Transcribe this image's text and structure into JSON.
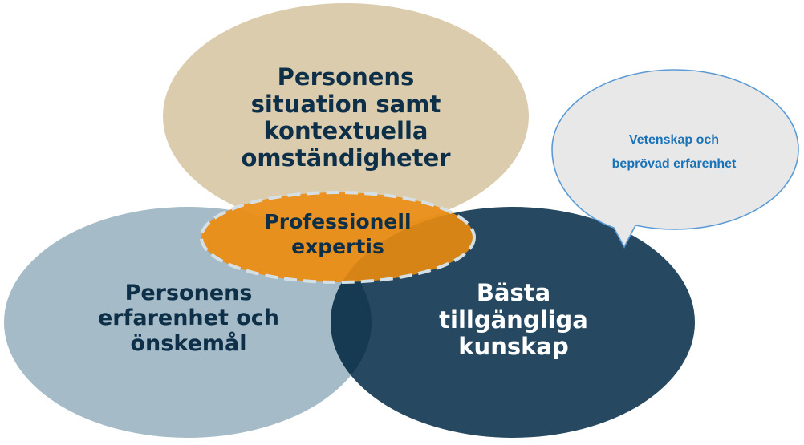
{
  "diagram": {
    "type": "venn",
    "circles": [
      {
        "id": "top",
        "lines": [
          "Personens",
          "situation samt",
          "kontextuella",
          "omständigheter"
        ],
        "color": "#DCCCAE"
      },
      {
        "id": "left",
        "lines": [
          "Personens",
          "erfarenhet och",
          "önskemål"
        ],
        "color": "#A5BBC8"
      },
      {
        "id": "right",
        "lines": [
          "Bästa",
          "tillgängliga",
          "kunskap"
        ],
        "color": "#1F435C"
      }
    ],
    "center": {
      "lines": [
        "Professionell",
        "expertis"
      ],
      "color": "#E8901E",
      "border": "dashed"
    },
    "callout": {
      "lines": [
        "Vetenskap och",
        "beprövad erfarenhet"
      ],
      "fill": "#E8E8E8",
      "stroke": "#5B9BD5",
      "text_color": "#1A73B8"
    }
  }
}
